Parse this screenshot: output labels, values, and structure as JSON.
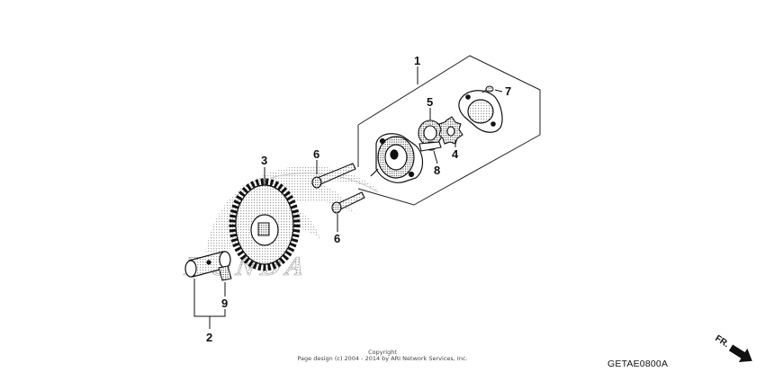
{
  "diagram": {
    "watermark_text": "HONDA",
    "copyright_line1": "Copyright",
    "copyright_line2": "Page design (c) 2004 - 2014 by ARI Network Services, Inc.",
    "diagram_code": "GETAE0800A",
    "front_indicator": "FR.",
    "callouts": [
      {
        "id": "1",
        "label": "1"
      },
      {
        "id": "2",
        "label": "2"
      },
      {
        "id": "3",
        "label": "3"
      },
      {
        "id": "4",
        "label": "4"
      },
      {
        "id": "5",
        "label": "5"
      },
      {
        "id": "6a",
        "label": "6"
      },
      {
        "id": "6b",
        "label": "6"
      },
      {
        "id": "7",
        "label": "7"
      },
      {
        "id": "8",
        "label": "8"
      },
      {
        "id": "9",
        "label": "9"
      }
    ]
  }
}
